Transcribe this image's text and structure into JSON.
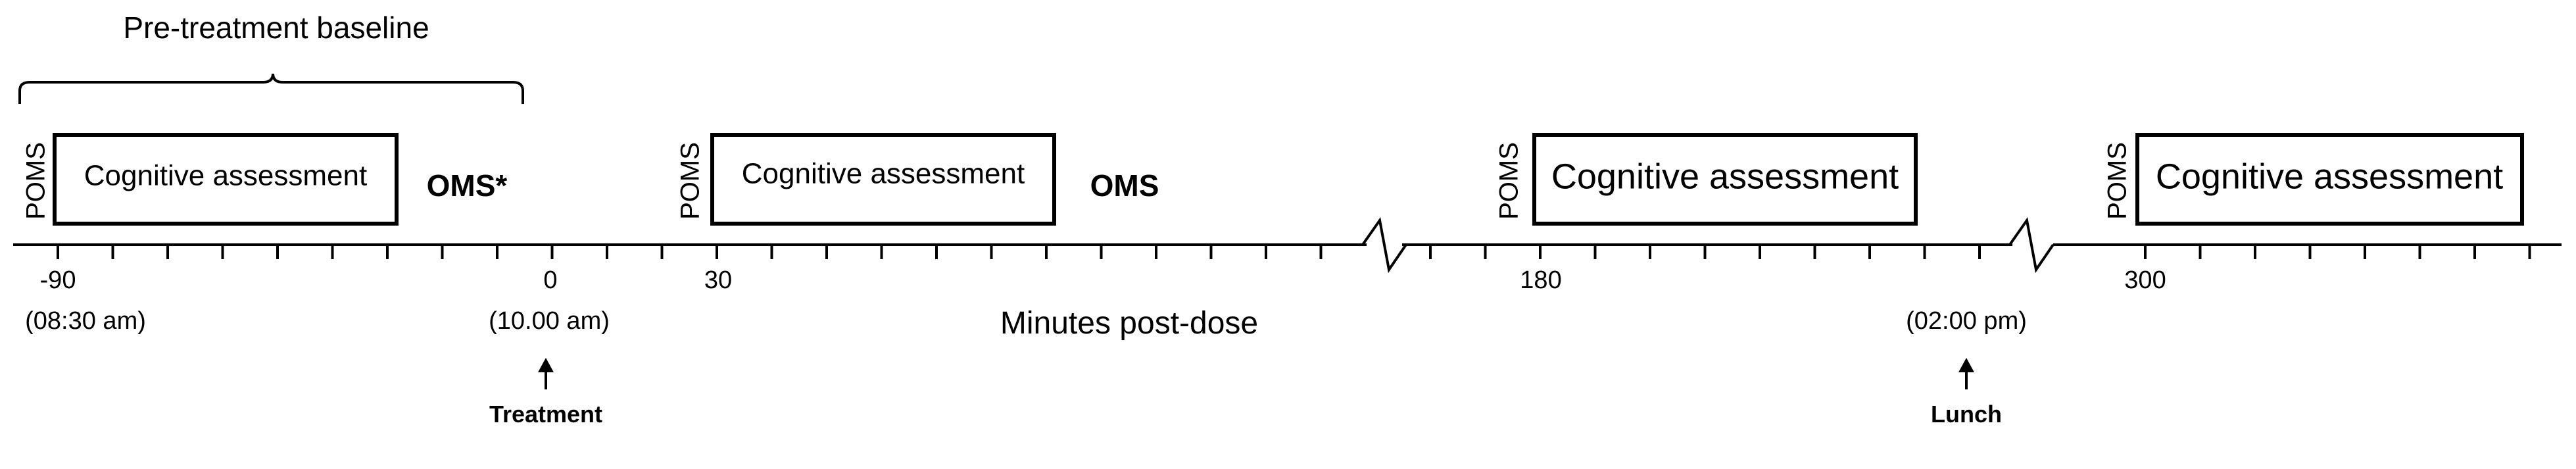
{
  "baseline_label": "Pre-treatment baseline",
  "axis_label": "Minutes post-dose",
  "sessions": [
    {
      "poms": "POMS",
      "assessment": "Cognitive assessment",
      "followup": "OMS*"
    },
    {
      "poms": "POMS",
      "assessment": "Cognitive assessment",
      "followup": "OMS"
    },
    {
      "poms": "POMS",
      "assessment": "Cognitive assessment"
    },
    {
      "poms": "POMS",
      "assessment": "Cognitive assessment"
    }
  ],
  "ticks": [
    {
      "value": "-90",
      "time": "(08:30 am)"
    },
    {
      "value": "0",
      "time": "(10.00 am)"
    },
    {
      "value": "30"
    },
    {
      "value": "180"
    },
    {
      "value": "300"
    }
  ],
  "lunch_time": "(02:00 pm)",
  "events": {
    "treatment": "Treatment",
    "lunch": "Lunch"
  }
}
